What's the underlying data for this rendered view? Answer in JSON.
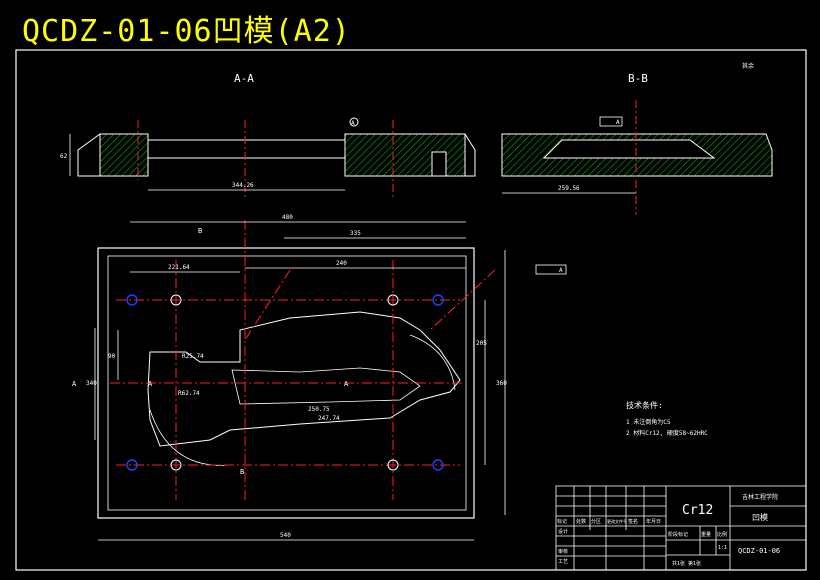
{
  "title": "QCDZ-01-06凹模(A2)",
  "sections": {
    "aa_label": "A-A",
    "bb_label": "B-B"
  },
  "section_marks": {
    "a_left": "A",
    "a_right": "A",
    "a_center": "A",
    "b_top": "B",
    "b_bottom": "B"
  },
  "datum_labels": {
    "aa": "A",
    "plan": "A",
    "bb": "A"
  },
  "dimensions": {
    "overall_width": "540",
    "inner_width": "480",
    "top_span": "335",
    "mid_span": "240",
    "left_span": "221.64",
    "aa_width": "344.26",
    "bb_width": "259.56",
    "right_height": "360",
    "right_inner": "205",
    "left_height": "340",
    "left_inner": "90",
    "radius_a": "R25.74",
    "radius_b": "R62.74",
    "bottom_a": "250.75",
    "bottom_b": "247.74",
    "depth": "62"
  },
  "technical_requirements": {
    "heading": "技术条件:",
    "item1": "1  未注倒角为C5",
    "item2": "2  材料Cr12, 硬度58~62HRC"
  },
  "roughness_mark": "其余",
  "title_block": {
    "material": "Cr12",
    "school": "吉林工程学院",
    "part_name": "凹模",
    "drawing_no": "QCDZ-01-06",
    "scale": "1:1",
    "headers": [
      "标记",
      "处数",
      "分区",
      "更改文件号",
      "签名",
      "年月日"
    ],
    "roles": [
      "设计",
      "审核",
      "工艺"
    ],
    "stage_header": "阶段标记",
    "weight_header": "重量",
    "scale_header": "比例",
    "sheet_info": "共1张 第1张"
  },
  "colors": {
    "outline": "#ffffff",
    "hatch": "#00b000",
    "center_line": "#ff2020",
    "hole": "#2040ff",
    "title": "#ffff00"
  }
}
